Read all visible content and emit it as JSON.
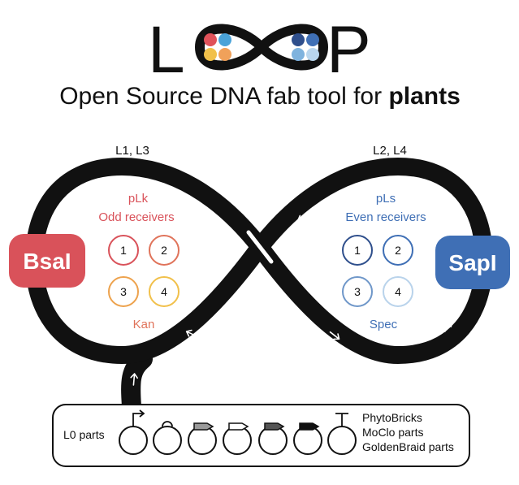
{
  "logo": {
    "letter_l": "L",
    "letter_p": "P",
    "dots_left": [
      "#e0525a",
      "#4aa3d9",
      "#f1c04a",
      "#f0a15a"
    ],
    "dots_right": [
      "#2f4f8c",
      "#3f6fb5",
      "#7fb3de",
      "#b9d6ee"
    ]
  },
  "subtitle": {
    "prefix": "Open Source DNA fab tool for ",
    "bold": "plants"
  },
  "loop": {
    "left_top_label": "L1, L3",
    "right_top_label": "L2, L4",
    "left": {
      "vector": "pLk",
      "receivers": "Odd receivers",
      "resistance": "Kan",
      "enzyme": "BsaI",
      "enzyme_color": "#d9525a",
      "numbers": [
        "1",
        "2",
        "3",
        "4"
      ],
      "circle_colors": [
        "#d9525a",
        "#e0735a",
        "#eda24d",
        "#f1c04a"
      ]
    },
    "right": {
      "vector": "pLs",
      "receivers": "Even receivers",
      "resistance": "Spec",
      "enzyme": "SapI",
      "enzyme_color": "#3f6fb5",
      "numbers": [
        "1",
        "2",
        "3",
        "4"
      ],
      "circle_colors": [
        "#2f4f8c",
        "#3f6fb5",
        "#6f97c9",
        "#b9d3eb"
      ]
    }
  },
  "parts": {
    "label": "L0 parts",
    "standards": [
      "PhytoBricks",
      "MoClo parts",
      "GoldenBraid parts"
    ]
  }
}
